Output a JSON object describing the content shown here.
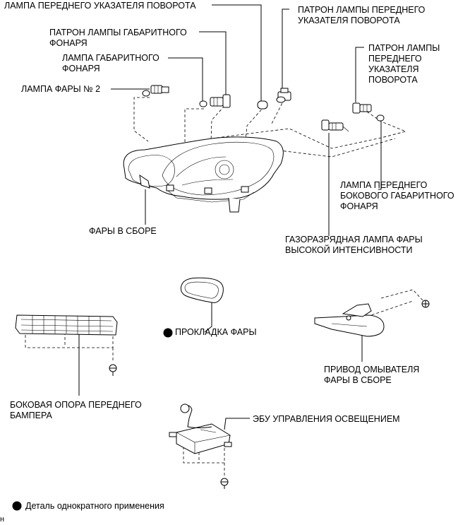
{
  "labels": {
    "front_turn_lamp": "ЛАМПА ПЕРЕДНЕГО УКАЗАТЕЛЯ ПОВОРОТА",
    "front_turn_socket": "ПАТРОН ЛАМПЫ ПЕРЕДНЕГО\nУКАЗАТЕЛЯ ПОВОРОТА",
    "parking_socket": "ПАТРОН ЛАМПЫ ГАБАРИТНОГО\nФОНАРЯ",
    "parking_lamp": "ЛАМПА ГАБАРИТНОГО\nФОНАРЯ",
    "headlamp_no2": "ЛАМПА ФАРЫ № 2",
    "side_turn_socket": "ПАТРОН ЛАМПЫ\nПЕРЕДНЕГО\nУКАЗАТЕЛЯ\nПОВОРОТА",
    "side_marker_lamp": "ЛАМПА ПЕРЕДНЕГО\nБОКОВОГО ГАБАРИТНОГО\nФОНАРЯ",
    "headlamp_assy": "ФАРЫ В СБОРЕ",
    "hid_bulb": "ГАЗОРАЗРЯДНАЯ ЛАМПА ФАРЫ\nВЫСОКОЙ ИНТЕНСИВНОСТИ",
    "headlamp_gasket": "ПРОКЛАДКА ФАРЫ",
    "washer_actuator": "ПРИВОД ОМЫВАТЕЛЯ\nФАРЫ В СБОРЕ",
    "bumper_support": "БОКОВАЯ ОПОРА ПЕРЕДНЕГО\nБАМПЕРА",
    "lighting_ecu": "ЭБУ УПРАВЛЕНИЯ ОСВЕЩЕНИЕМ"
  },
  "legend": {
    "text": "Деталь однократного применения"
  },
  "corner_code": "н"
}
